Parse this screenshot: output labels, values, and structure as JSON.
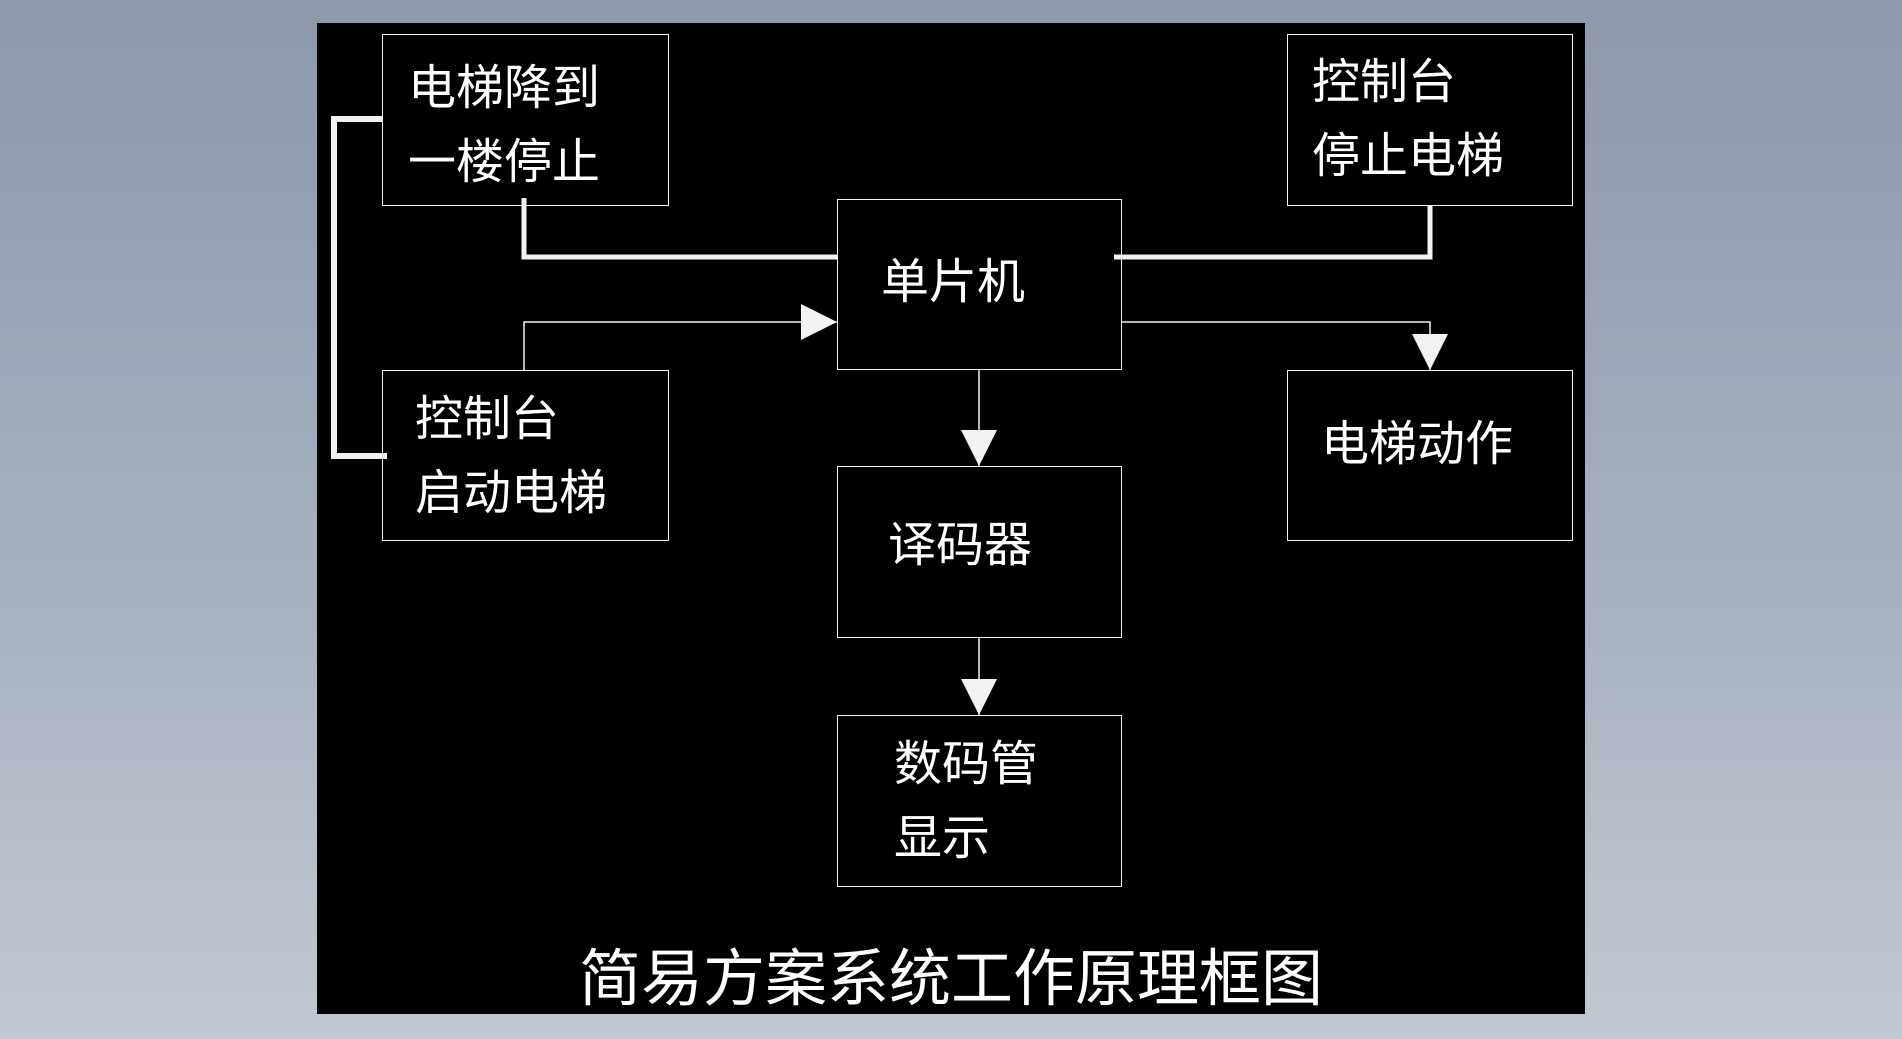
{
  "diagram": {
    "title": "简易方案系统工作原理框图",
    "background": "#000000",
    "line_color": "#f2f2f2",
    "boxes": {
      "elevator_return": {
        "lines": [
          "电梯降到",
          "一楼停止"
        ]
      },
      "console_stop": {
        "lines": [
          "控制台",
          "停止电梯"
        ]
      },
      "mcu": {
        "lines": [
          "单片机"
        ]
      },
      "console_start": {
        "lines": [
          "控制台",
          "启动电梯"
        ]
      },
      "elevator_action": {
        "lines": [
          "电梯动作"
        ]
      },
      "decoder": {
        "lines": [
          "译码器"
        ]
      },
      "display": {
        "lines": [
          "数码管",
          "显示"
        ]
      }
    }
  }
}
